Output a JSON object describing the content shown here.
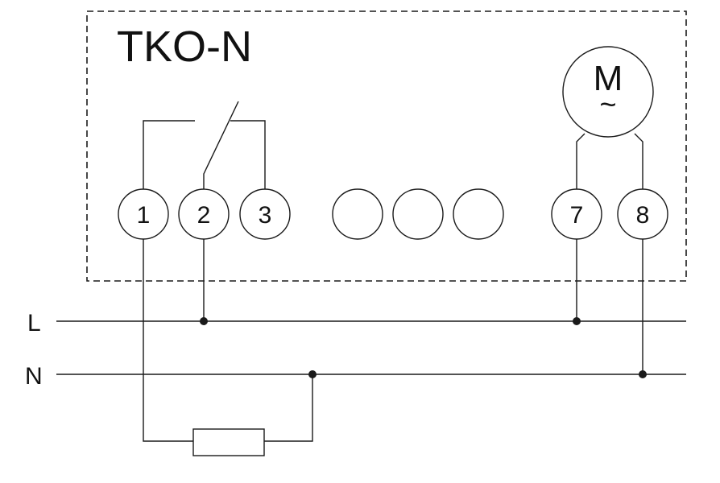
{
  "device": {
    "title": "TKO-N",
    "motor_letter": "M",
    "motor_tilde": "~"
  },
  "terminals": {
    "t1": "1",
    "t2": "2",
    "t3": "3",
    "t7": "7",
    "t8": "8"
  },
  "buses": {
    "live": "L",
    "neutral": "N"
  }
}
